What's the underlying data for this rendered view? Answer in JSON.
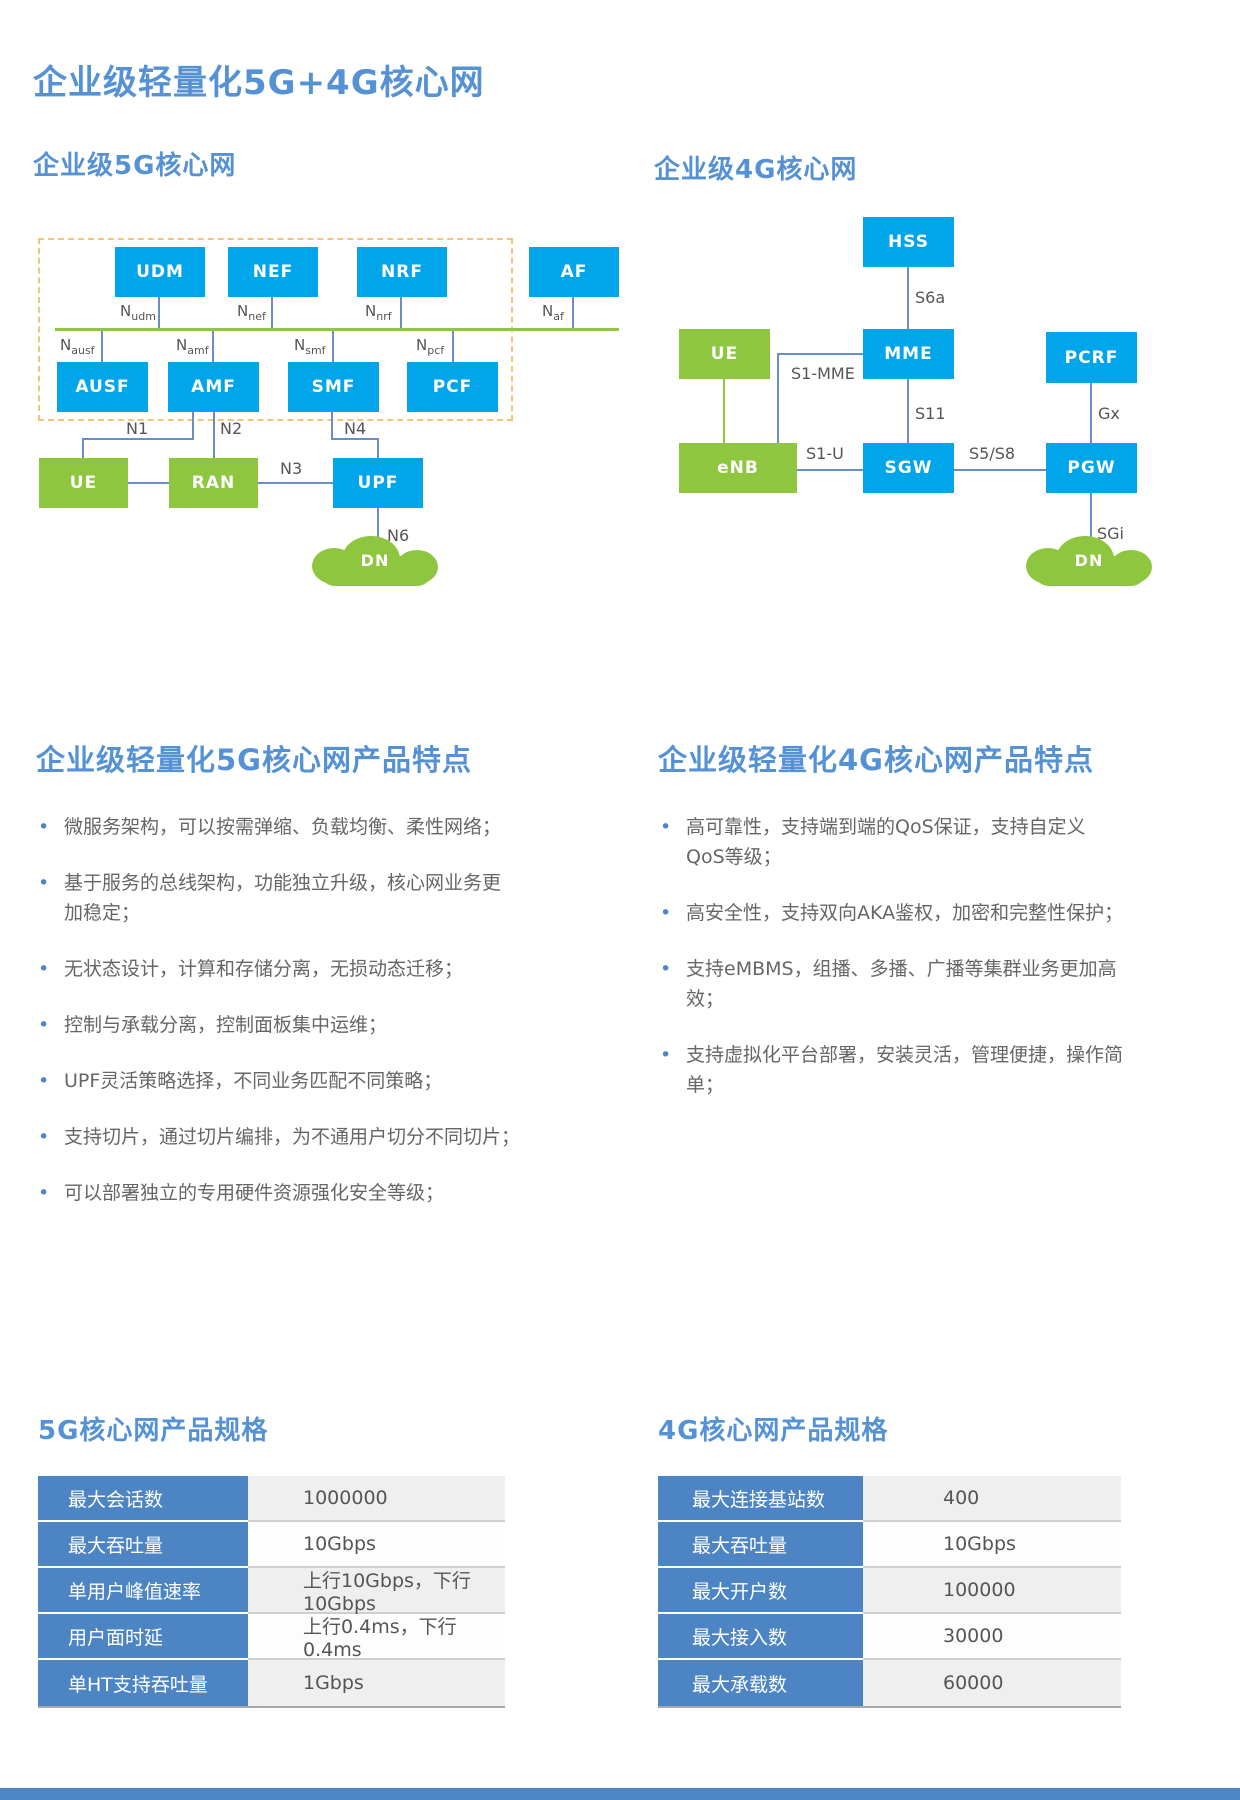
{
  "page": {
    "title": "企业级轻量化5G+4G核心网"
  },
  "colors": {
    "accent_blue": "#5591d5",
    "box_blue": "#00a6e9",
    "box_green": "#8ec63f",
    "connector_blue": "#6a8cc9",
    "dashed_border": "#f2c478",
    "table_header_blue": "#4d85c4",
    "footer_bar": "#4e86c5"
  },
  "diagram_5g": {
    "title": "企业级5G核心网",
    "nodes": {
      "udm": "UDM",
      "nef": "NEF",
      "nrf": "NRF",
      "af": "AF",
      "ausf": "AUSF",
      "amf": "AMF",
      "smf": "SMF",
      "pcf": "PCF",
      "ue": "UE",
      "ran": "RAN",
      "upf": "UPF",
      "dn": "DN"
    },
    "ifs": {
      "nudm": {
        "base": "N",
        "sub": "udm"
      },
      "nnef": {
        "base": "N",
        "sub": "nef"
      },
      "nnrf": {
        "base": "N",
        "sub": "nrf"
      },
      "naf": {
        "base": "N",
        "sub": "af"
      },
      "nausf": {
        "base": "N",
        "sub": "ausf"
      },
      "namf": {
        "base": "N",
        "sub": "amf"
      },
      "nsmf": {
        "base": "N",
        "sub": "smf"
      },
      "npcf": {
        "base": "N",
        "sub": "pcf"
      },
      "n1": "N1",
      "n2": "N2",
      "n3": "N3",
      "n4": "N4",
      "n6": "N6"
    }
  },
  "diagram_4g": {
    "title": "企业级4G核心网",
    "nodes": {
      "hss": "HSS",
      "ue": "UE",
      "mme": "MME",
      "pcrf": "PCRF",
      "enb": "eNB",
      "sgw": "SGW",
      "pgw": "PGW",
      "dn": "DN"
    },
    "ifs": {
      "s6a": "S6a",
      "s1mme": "S1-MME",
      "s1u": "S1-U",
      "s11": "S11",
      "s5s8": "S5/S8",
      "gx": "Gx",
      "sgi": "SGi"
    }
  },
  "features_5g": {
    "title": "企业级轻量化5G核心网产品特点",
    "items": [
      "微服务架构，可以按需弹缩、负载均衡、柔性网络；",
      "基于服务的总线架构，功能独立升级，核心网业务更\n加稳定；",
      "无状态设计，计算和存储分离，无损动态迁移；",
      "控制与承载分离，控制面板集中运维；",
      "UPF灵活策略选择，不同业务匹配不同策略；",
      "支持切片，通过切片编排，为不通用户切分不同切片；",
      "可以部署独立的专用硬件资源强化安全等级；"
    ]
  },
  "features_4g": {
    "title": "企业级轻量化4G核心网产品特点",
    "items": [
      "高可靠性，支持端到端的QoS保证，支持自定义\nQoS等级；",
      "高安全性，支持双向AKA鉴权，加密和完整性保护；",
      "支持eMBMS，组播、多播、广播等集群业务更加高效；",
      "支持虚拟化平台部署，安装灵活，管理便捷，操作简\n单；"
    ]
  },
  "specs_5g": {
    "title": "5G核心网产品规格",
    "rows": [
      {
        "label": "最大会话数",
        "value": "1000000"
      },
      {
        "label": "最大吞吐量",
        "value": "10Gbps"
      },
      {
        "label": "单用户峰值速率",
        "value": "上行10Gbps，下行10Gbps"
      },
      {
        "label": "用户面时延",
        "value": "上行0.4ms，下行0.4ms"
      },
      {
        "label": "单HT支持吞吐量",
        "value": "1Gbps"
      }
    ]
  },
  "specs_4g": {
    "title": "4G核心网产品规格",
    "rows": [
      {
        "label": "最大连接基站数",
        "value": "400"
      },
      {
        "label": "最大吞吐量",
        "value": "10Gbps"
      },
      {
        "label": "最大开户数",
        "value": "100000"
      },
      {
        "label": "最大接入数",
        "value": "30000"
      },
      {
        "label": "最大承载数",
        "value": "60000"
      }
    ]
  }
}
